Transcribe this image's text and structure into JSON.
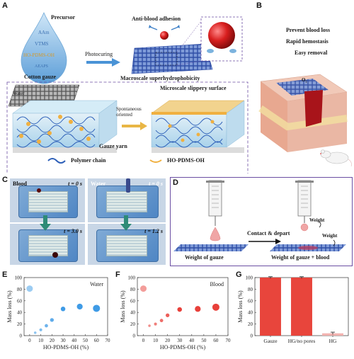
{
  "panel_a": {
    "letter": "A",
    "precursor_label": "Precursor",
    "monomers": [
      "AAm",
      "VTMS",
      "HO-PDMS-OH",
      "AEAPS"
    ],
    "substrate_label": "Cotton gauze",
    "process_label": "Photocuring",
    "adhesion_label": "Anti-blood adhesion",
    "macro_label": "Macroscale superhydrophobicity",
    "water_label": "Water",
    "orient_label": "Spontaneous oriented",
    "yarn_label": "Gauze yarn",
    "micro_label": "Microscale slippery surface",
    "legend": [
      {
        "label": "Polymer chain",
        "color": "#2d5fb8"
      },
      {
        "label": "HO-PDMS-OH",
        "color": "#f0b040"
      }
    ]
  },
  "panel_b": {
    "letter": "B",
    "features": [
      "Prevent blood loss",
      "Rapid hemostasis",
      "Easy removal"
    ],
    "o2_label": "O₂"
  },
  "panel_c": {
    "letter": "C",
    "frames": [
      {
        "liquid": "Blood",
        "time": "t = 0 s"
      },
      {
        "liquid": "Water",
        "time": "t = 0 s"
      },
      {
        "liquid": "",
        "time": "t = 3.0 s"
      },
      {
        "liquid": "",
        "time": "t = 1.2 s"
      }
    ]
  },
  "panel_d": {
    "letter": "D",
    "step_label": "Contact & depart",
    "left_caption": "Weight of gauze",
    "right_caption": "Weight of gauze + blood",
    "weight_label_1": "Weight",
    "weight_label_2": "Weight"
  },
  "chart_data": [
    {
      "panel": "E",
      "type": "scatter",
      "title": "Water",
      "xlabel": "HO-PDMS-OH (%)",
      "ylabel": "Mass loss (%)",
      "xlim": [
        -5,
        70
      ],
      "ylim": [
        0,
        100
      ],
      "xticks": [
        0,
        10,
        20,
        30,
        40,
        50,
        60,
        70
      ],
      "yticks": [
        0,
        20,
        40,
        60,
        80,
        100
      ],
      "color": "#3f9be6",
      "x": [
        0,
        5,
        10,
        15,
        20,
        30,
        45,
        60
      ],
      "y": [
        81,
        5,
        10,
        17,
        27,
        46,
        50,
        47
      ]
    },
    {
      "panel": "F",
      "type": "scatter",
      "title": "Blood",
      "xlabel": "HO-PDMS-OH (%)",
      "ylabel": "Mass loss (%)",
      "xlim": [
        -5,
        70
      ],
      "ylim": [
        0,
        100
      ],
      "xticks": [
        0,
        10,
        20,
        30,
        40,
        50,
        60,
        70
      ],
      "yticks": [
        0,
        20,
        40,
        60,
        80,
        100
      ],
      "color": "#e8403a",
      "x": [
        0,
        5,
        10,
        15,
        20,
        30,
        45,
        60
      ],
      "y": [
        81,
        17,
        20,
        26,
        35,
        45,
        46,
        49
      ]
    },
    {
      "panel": "G",
      "type": "bar",
      "title": "",
      "xlabel": "",
      "ylabel": "Mass loss (%)",
      "categories": [
        "Gauze",
        "HG/no pores",
        "HG"
      ],
      "values": [
        100,
        100,
        4
      ],
      "errors": [
        1.5,
        1.5,
        2
      ],
      "ylim": [
        0,
        100
      ],
      "yticks": [
        0,
        20,
        40,
        60,
        80,
        100
      ],
      "colors": [
        "#e8453c",
        "#e8453c",
        "#f2b3b0"
      ]
    }
  ],
  "panel_letters": {
    "e": "E",
    "f": "F",
    "g": "G"
  }
}
